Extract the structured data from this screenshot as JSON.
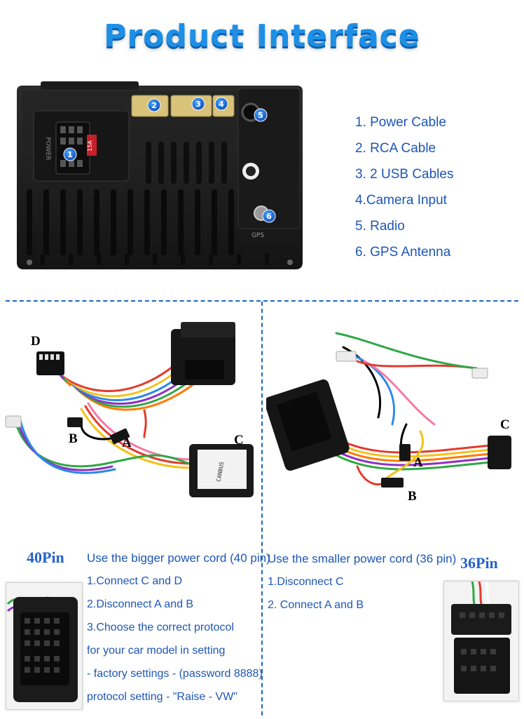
{
  "title": "Product Interface",
  "interfaces": [
    "1. Power Cable",
    "2. RCA Cable",
    "3. 2 USB Cables",
    "4.Camera Input",
    "5. Radio",
    "6. GPS Antenna"
  ],
  "unit_labels": {
    "badges": [
      "1",
      "2",
      "3",
      "4",
      "5",
      "6"
    ],
    "power_text": "POWER",
    "fuse_text": "15A",
    "gps_text": "GPS"
  },
  "left_harness": {
    "letters": {
      "d": "D",
      "b": "B",
      "a": "A",
      "c": "C"
    },
    "module_text": "CANBUS"
  },
  "right_harness": {
    "letters": {
      "c": "C",
      "a": "A",
      "b": "B"
    }
  },
  "pin40": {
    "title": "40Pin",
    "heading": "Use the bigger power cord (40 pin)",
    "steps": [
      "1.Connect C and D",
      "2.Disconnect A and B",
      "3.Choose the correct protocol",
      "for your car model in setting",
      "- factory settings - (password 8888)",
      "protocol setting - \"Raise - VW\""
    ]
  },
  "pin36": {
    "title": "36Pin",
    "heading": "Use the smaller power cord (36 pin)",
    "steps": [
      "1.Disconnect C",
      "2. Connect A and B"
    ]
  },
  "colors": {
    "title_blue": "#1e8fe6",
    "text_blue": "#1d56b6",
    "label_red": "#e0141b",
    "badge_blue": "#1565d8",
    "connector_yellow": "#d9c27a"
  }
}
